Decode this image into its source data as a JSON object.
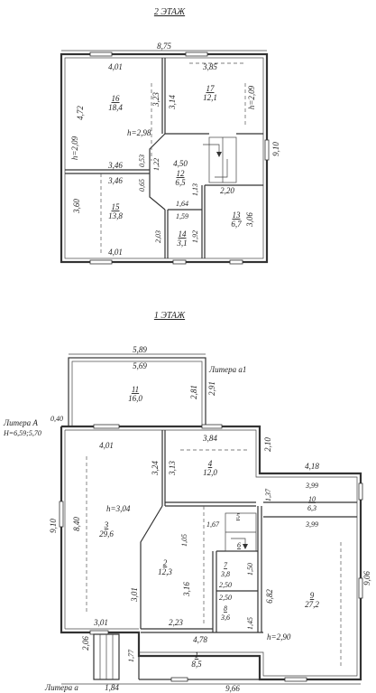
{
  "floor2": {
    "title": "2 ЭТАЖ",
    "outer_width": "8,75",
    "outer_height": "9,10",
    "rooms": [
      {
        "num": "16",
        "area": "18,4"
      },
      {
        "num": "17",
        "area": "12,1"
      },
      {
        "num": "12",
        "area": "6,5"
      },
      {
        "num": "15",
        "area": "13,8"
      },
      {
        "num": "14",
        "area": "3,1"
      },
      {
        "num": "13",
        "area": "6,7"
      }
    ],
    "ceiling_height": "h=2,98",
    "dims": {
      "d401_top": "4,01",
      "d385": "3,85",
      "d472": "4,72",
      "d209_left": "h=2,09",
      "d323": "3,23",
      "d314": "3,14",
      "d209_right": "h=2,09",
      "d450": "4,50",
      "d346_a": "3,46",
      "d346_b": "3,46",
      "d053": "0,53",
      "d122": "1,22",
      "d065": "0,65",
      "d113": "1,13",
      "d220": "2,20",
      "d360": "3,60",
      "d164": "1,64",
      "d159": "1,59",
      "d306": "3,06",
      "d203": "2,03",
      "d192": "1,92",
      "d401_bot": "4,01"
    }
  },
  "floor1": {
    "title": "1 ЭТАЖ",
    "litera_a1": "Литера а1",
    "litera_A": "Литера А",
    "litera_A_h": "H=6,59;5,70",
    "litera_a": "Литера а",
    "rooms": [
      {
        "num": "11",
        "area": "16,0"
      },
      {
        "num": "4",
        "area": "12,0"
      },
      {
        "num": "3",
        "area": "29,6"
      },
      {
        "num": "10",
        "area": "6,3"
      },
      {
        "num": "2",
        "area": "12,3"
      },
      {
        "num": "7",
        "area": "3,8"
      },
      {
        "num": "8",
        "area": "3,6"
      },
      {
        "num": "9",
        "area": "27,2"
      },
      {
        "num": "1",
        "area": "8,5"
      },
      {
        "num": "5",
        "area": ""
      },
      {
        "num": "6",
        "area": ""
      }
    ],
    "ceiling_height_3": "h=3,04",
    "ceiling_height_9": "h=2,90",
    "dims": {
      "d589": "5,89",
      "d569": "5,69",
      "d281": "2,81",
      "d291": "2,91",
      "d040": "0,40",
      "d401": "4,01",
      "d384": "3,84",
      "d210": "2,10",
      "d418": "4,18",
      "d324": "3,24",
      "d313": "3,13",
      "d399_a": "3,99",
      "d137": "1,37",
      "d399_b": "3,99",
      "d840": "8,40",
      "d910": "9,10",
      "d167": "1,67",
      "d105": "1,05",
      "d301": "3,01",
      "d316": "3,16",
      "d150": "1,50",
      "d250_a": "2,50",
      "d250_b": "2,50",
      "d145": "1,45",
      "d682": "6,82",
      "d906": "9,06",
      "d301_b": "3,01",
      "d223": "2,23",
      "d478": "4,78",
      "d206": "2,06",
      "d177": "1,77",
      "d184": "1,84",
      "d966": "9,66"
    }
  }
}
